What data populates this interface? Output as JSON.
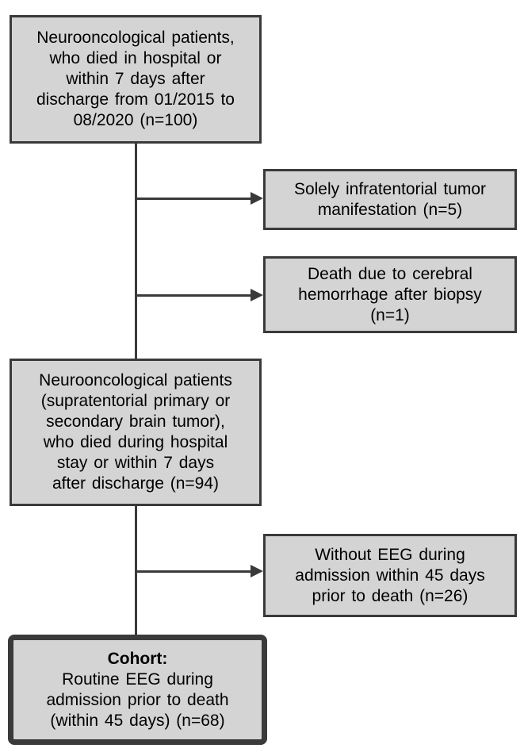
{
  "diagram": {
    "type": "flowchart",
    "boxes": {
      "initial": {
        "text": "Neurooncological patients,\nwho died in hospital or\nwithin 7 days after\ndischarge from 01/2015 to\n08/2020 (n=100)",
        "n": 100
      },
      "excluded_infratentorial": {
        "text": "Solely infratentorial tumor\nmanifestation (n=5)",
        "n": 5
      },
      "excluded_hemorrhage": {
        "text": "Death due to cerebral\nhemorrhage after biopsy\n(n=1)",
        "n": 1
      },
      "supratentorial": {
        "text": "Neurooncological patients\n(supratentorial primary or\nsecondary brain tumor),\nwho died during hospital\nstay or within 7 days\nafter discharge (n=94)",
        "n": 94
      },
      "excluded_no_eeg": {
        "text": "Without EEG during\nadmission within 45 days\nprior to death (n=26)",
        "n": 26
      },
      "cohort": {
        "title": "Cohort:",
        "text": "Routine EEG during\nadmission prior to death\n(within 45 days) (n=68)",
        "n": 68
      }
    }
  },
  "colors": {
    "box_fill": "#d4d4d4",
    "box_border": "#3a3a3a",
    "text": "#000000",
    "background": "#ffffff"
  }
}
